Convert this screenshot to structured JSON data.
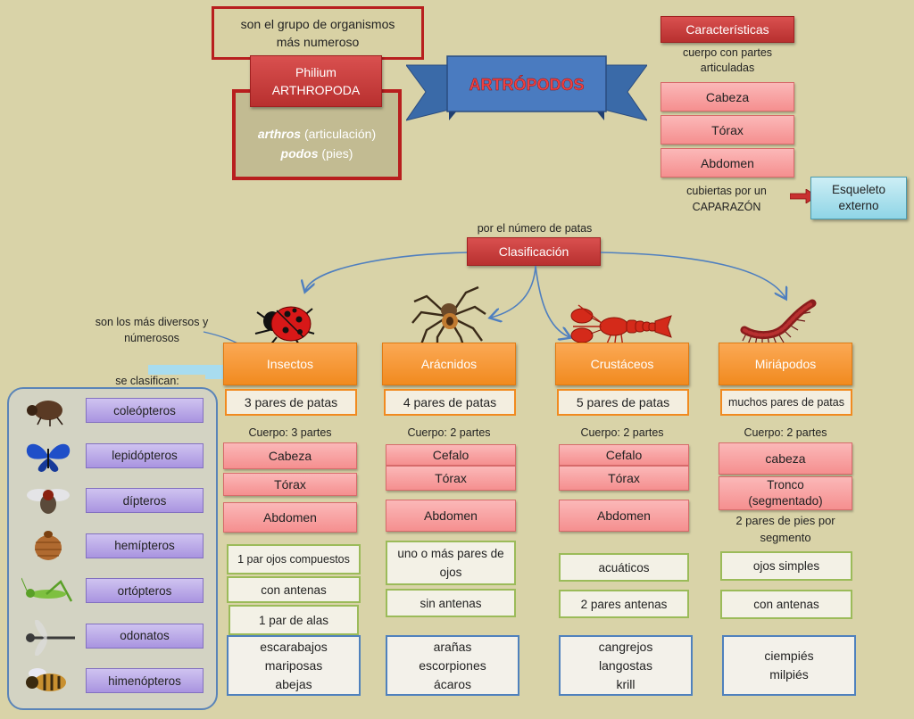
{
  "top": {
    "group_text": "son el grupo de organismos más numeroso",
    "philium": "Philium ARTHROPODA",
    "etym_line1_bold": "arthros",
    "etym_line1_rest": " (articulación)",
    "etym_line2_bold": "podos",
    "etym_line2_rest": " (pies)",
    "banner": "ARTRÓPODOS"
  },
  "caract": {
    "title": "Características",
    "subtitle": "cuerpo con partes articuladas",
    "parts": [
      "Cabeza",
      "Tórax",
      "Abdomen"
    ],
    "caparazon": "cubiertas por un CAPARAZÓN",
    "esqueleto": "Esqueleto externo"
  },
  "clasif": {
    "by": "por el número de patas",
    "label": "Clasificación",
    "diverse": "son los más diversos y númerosos",
    "se_clasifican": "se clasifican:"
  },
  "groups": [
    {
      "name": "Insectos",
      "patas": "3 pares de patas",
      "cuerpo": "Cuerpo: 3 partes",
      "parts": [
        "Cabeza",
        "Tórax",
        "Abdomen"
      ],
      "traits": [
        "1 par ojos compuestos",
        "con antenas",
        "1 par de alas"
      ],
      "examples": [
        "escarabajos",
        "mariposas",
        "abejas"
      ]
    },
    {
      "name": "Arácnidos",
      "patas": "4 pares de patas",
      "cuerpo": "Cuerpo: 2 partes",
      "parts": [
        "Cefalo",
        "Tórax",
        "Abdomen"
      ],
      "traits": [
        "uno o más pares de ojos",
        "sin antenas"
      ],
      "examples": [
        "arañas",
        "escorpiones",
        "ácaros"
      ]
    },
    {
      "name": "Crustáceos",
      "patas": "5 pares de patas",
      "cuerpo": "Cuerpo: 2 partes",
      "parts": [
        "Cefalo",
        "Tórax",
        "Abdomen"
      ],
      "traits": [
        "acuáticos",
        "2 pares antenas"
      ],
      "examples": [
        "cangrejos",
        "langostas",
        "krill"
      ]
    },
    {
      "name": "Miriápodos",
      "patas": "muchos pares de patas",
      "cuerpo": "Cuerpo:  2 partes",
      "parts": [
        "cabeza",
        "Tronco (segmentado)"
      ],
      "extra": "2 pares de pies por segmento",
      "traits": [
        "ojos simples",
        "con antenas"
      ],
      "examples": [
        "ciempiés",
        "milpiés"
      ]
    }
  ],
  "orders": [
    "coleópteros",
    "lepidópteros",
    "dípteros",
    "hemípteros",
    "ortópteros",
    "odonatos",
    "himenópteros"
  ],
  "icons": {
    "animals": [
      "ladybug-icon",
      "spider-icon",
      "lobster-icon",
      "millipede-icon"
    ],
    "orders": [
      "beetle-icon",
      "butterfly-icon",
      "fly-icon",
      "bug-icon",
      "grasshopper-icon",
      "dragonfly-icon",
      "bee-icon"
    ]
  }
}
